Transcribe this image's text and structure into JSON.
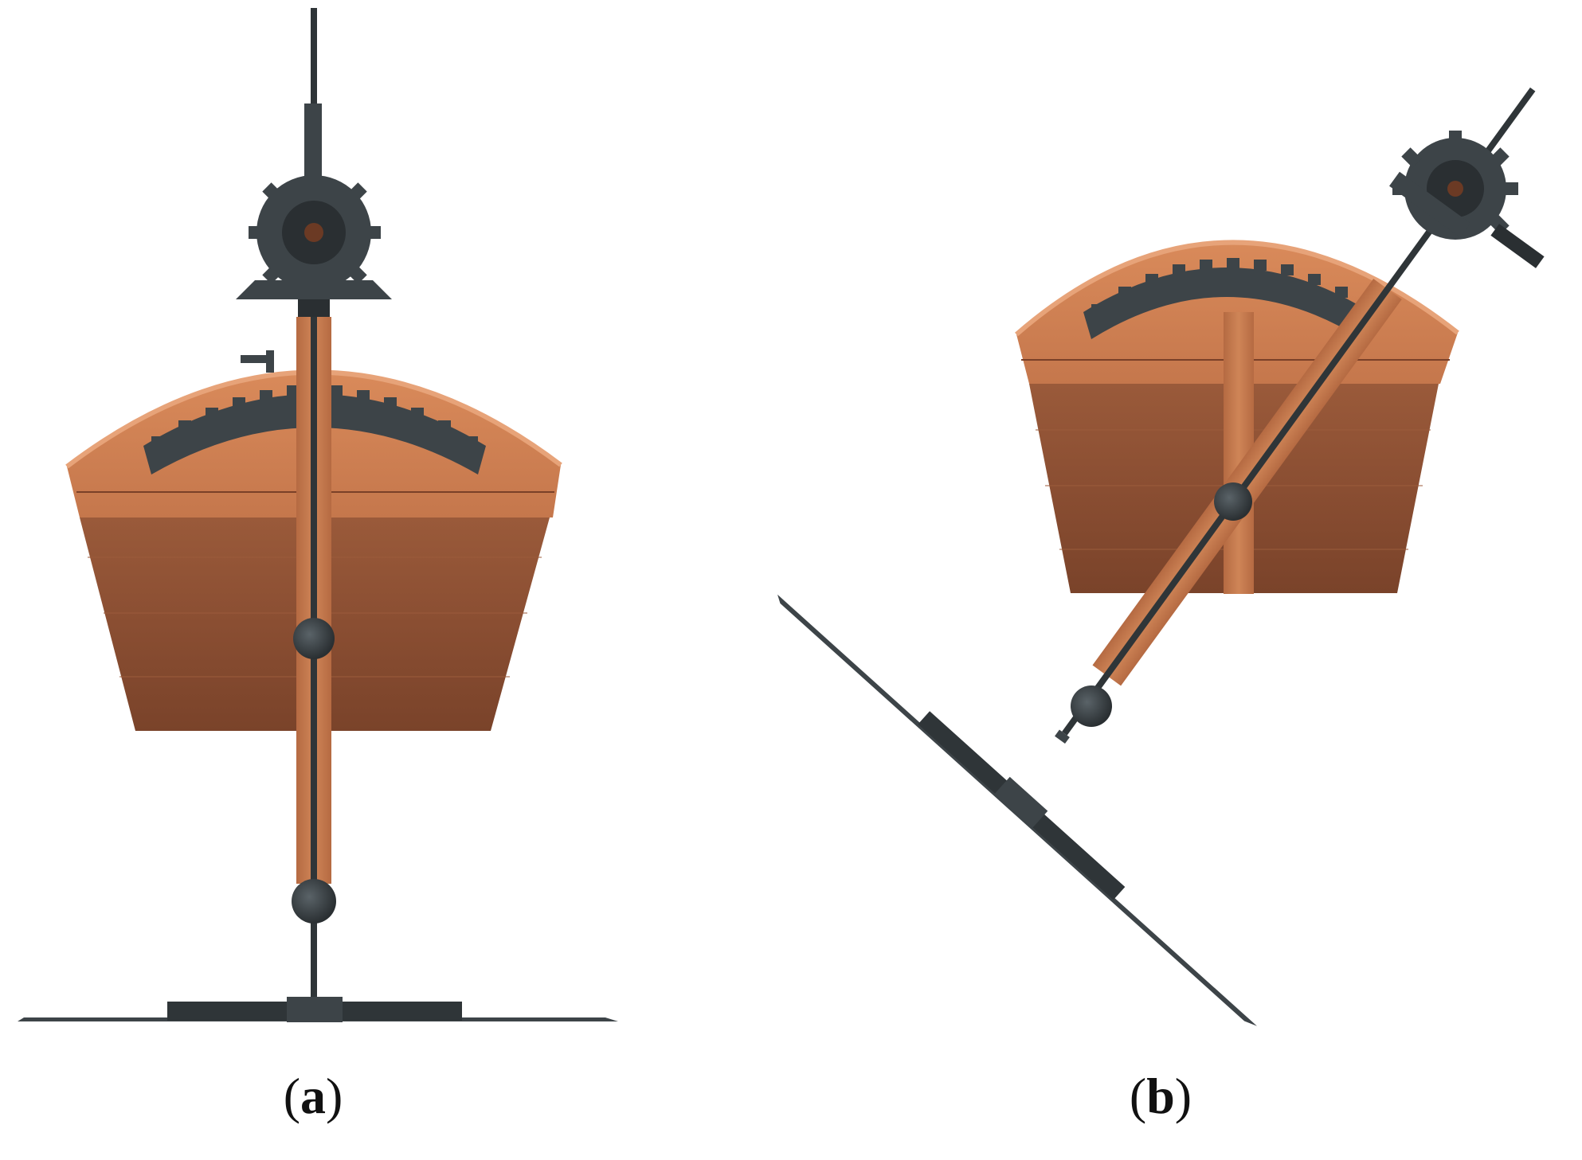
{
  "figure": {
    "panels": [
      {
        "id": "a",
        "label": "a"
      },
      {
        "id": "b",
        "label": "b"
      }
    ]
  },
  "colors": {
    "wood_light": "#d98a5a",
    "wood_mid": "#c9784b",
    "wood_dark": "#8e5034",
    "wood_shadow": "#6b3a24",
    "metal": "#3d4448",
    "metal_dark": "#2a2f32",
    "background": "#ffffff"
  }
}
